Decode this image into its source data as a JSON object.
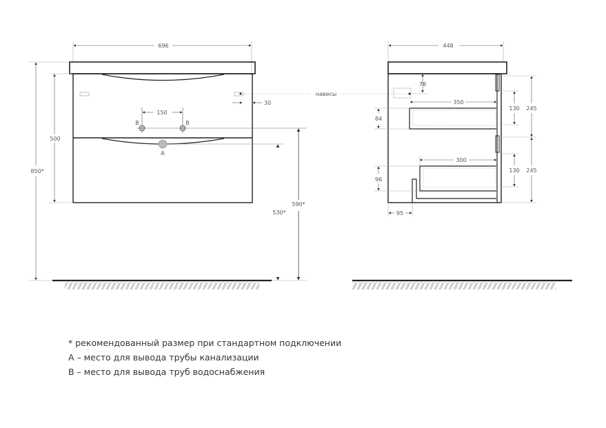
{
  "front_view": {
    "width_label": "696",
    "height_total_label": "850*",
    "body_height_label": "500",
    "pipe_spacing_label": "150",
    "hinge_offset_label": "30",
    "outlet_height_label": "590*",
    "drain_height_label": "530*",
    "label_a": "A",
    "label_b_left": "B",
    "label_b_right": "B"
  },
  "hinges_label": "навесы",
  "side_view": {
    "depth_label": "448",
    "top_gap_label": "78",
    "upper_drawer_depth_label": "350",
    "upper_drawer_offset_label": "84",
    "upper_drawer_height_label": "130",
    "upper_section_label": "245",
    "lower_drawer_depth_label": "300",
    "lower_drawer_offset_label": "96",
    "lower_drawer_height_label": "130",
    "lower_section_label": "245",
    "back_offset_label": "95"
  },
  "notes": [
    "* рекомендованный размер при стандартном подключении",
    "А – место для вывода трубы канализации",
    "В – место для вывода труб водоснабжения"
  ]
}
